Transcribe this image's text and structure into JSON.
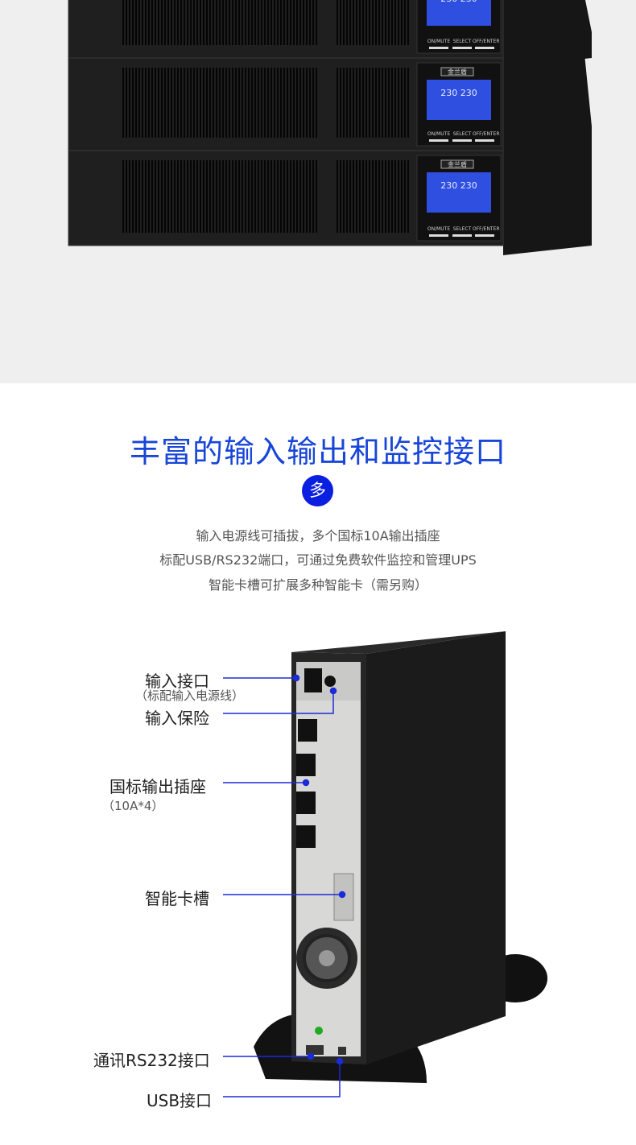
{
  "heading": "丰富的输入输出和监控接口",
  "badge": "多",
  "description": [
    "输入电源线可插拔，多个国标10A输出插座",
    "标配USB/RS232端口，可通过免费软件监控和管理UPS",
    "智能卡槽可扩展多种智能卡（需另购）"
  ],
  "callouts": {
    "input_port": "输入接口",
    "input_port_note": "（标配输入电源线）",
    "input_fuse": "输入保险",
    "outlets": "国标输出插座",
    "outlets_note": "（10A*4）",
    "card_slot": "智能卡槽",
    "rs232": "通讯RS232接口",
    "usb": "USB接口"
  },
  "product_lettering": {
    "brand": "金兰盾",
    "lcd": "230 230",
    "buttons": [
      "ON/MUTE",
      "SELECT",
      "OFF/ENTER"
    ]
  },
  "colors": {
    "accent": "#1846d8",
    "leader": "#1a2bd8",
    "badge": "#0a1fe0"
  }
}
